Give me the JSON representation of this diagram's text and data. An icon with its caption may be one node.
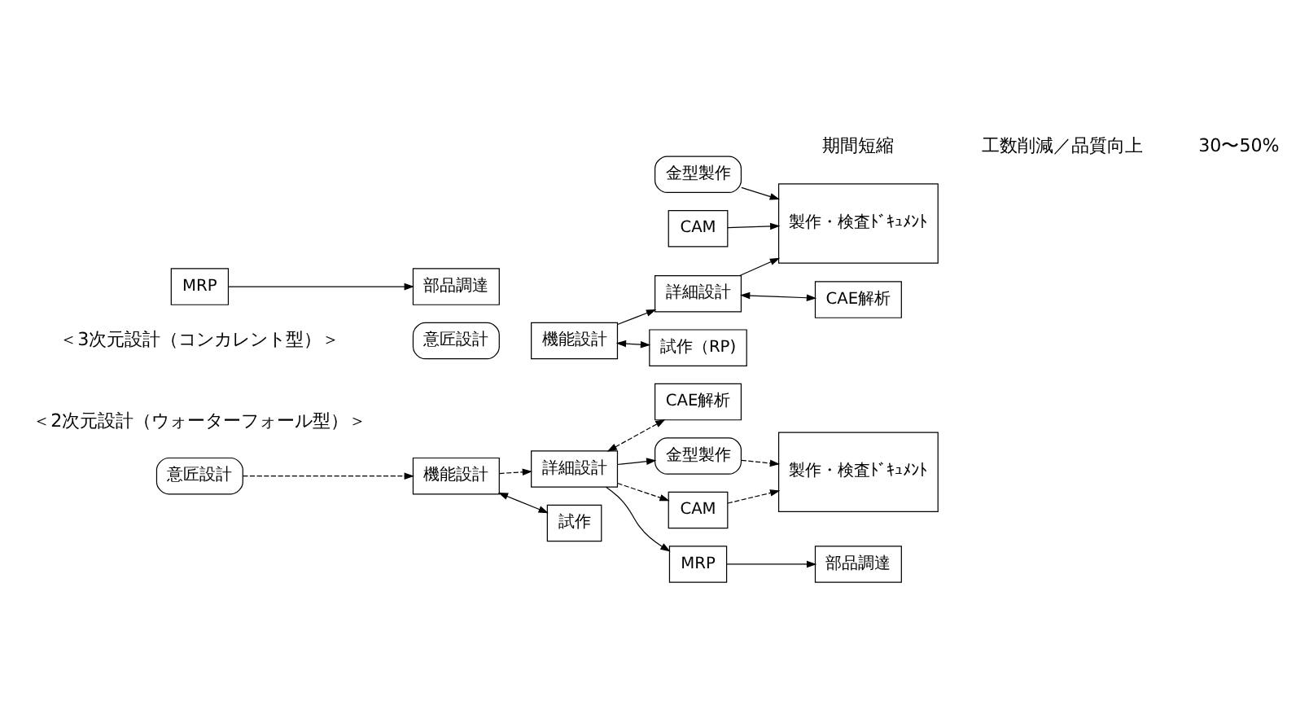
{
  "diagram": {
    "nodes": [
      {
        "text": [
          "意匠設計"
        ]
      },
      {
        "text": [
          "機能設計"
        ]
      },
      {
        "text": [
          "詳細設計"
        ]
      },
      {
        "text": [
          "試作"
        ]
      },
      {
        "text": [
          "CAE解析"
        ]
      },
      {
        "text": [
          "金型製作"
        ]
      },
      {
        "text": [
          "CAM"
        ]
      },
      {
        "text": [
          "MRP"
        ]
      },
      {
        "text": [
          "部品調達"
        ]
      },
      {
        "text": [
          "製作・検査ﾄﾞｷｭﾒﾝﾄ"
        ]
      },
      {
        "text": [
          "意匠設計"
        ]
      },
      {
        "text": [
          "機能設計"
        ]
      },
      {
        "text": [
          "詳細設計"
        ]
      },
      {
        "text": [
          "試作（RP)"
        ]
      },
      {
        "text": [
          "金型製作"
        ]
      },
      {
        "text": [
          "CAM"
        ]
      },
      {
        "text": [
          "MRP"
        ]
      },
      {
        "text": [
          "部品調達"
        ]
      },
      {
        "text": [
          "CAE解析"
        ]
      },
      {
        "text": [
          "製作・検査ﾄﾞｷｭﾒﾝﾄ"
        ]
      }
    ],
    "edges": [
      {
        "from": 0,
        "to": 1,
        "arrow": "to",
        "style": "dashed"
      },
      {
        "from": 1,
        "to": 2,
        "arrow": "to",
        "style": "dashed"
      },
      {
        "from": 1,
        "to": 3,
        "arrow": "both"
      },
      {
        "from": 2,
        "to": 4,
        "arrow": "both",
        "style": "dashed"
      },
      {
        "from": 2,
        "to": 5,
        "arrow": "to"
      },
      {
        "from": 2,
        "to": 6,
        "arrow": "to",
        "style": "dashed"
      },
      {
        "from": 2,
        "to": 7,
        "arrow": "to"
      },
      {
        "from": 7,
        "to": 8,
        "arrow": "to"
      },
      {
        "from": 5,
        "to": 9,
        "arrow": "to",
        "style": "dashed"
      },
      {
        "from": 6,
        "to": 9,
        "arrow": "to",
        "style": "dashed"
      },
      {
        "from": 11,
        "to": 12,
        "arrow": "to"
      },
      {
        "from": 11,
        "to": 13,
        "arrow": "both"
      },
      {
        "from": 12,
        "to": 18,
        "arrow": "both"
      },
      {
        "from": 12,
        "to": 19,
        "arrow": "to"
      },
      {
        "from": 14,
        "to": 19,
        "arrow": "to"
      },
      {
        "from": 15,
        "to": 19,
        "arrow": "to"
      },
      {
        "from": 16,
        "to": 17,
        "arrow": "to"
      }
    ],
    "labels": [
      "＜2次元設計（ウォーターフォール型）＞",
      "＜3次元設計（コンカレント型）＞",
      "期間短縮",
      "工数削減／品質向上",
      "30〜50%"
    ]
  }
}
